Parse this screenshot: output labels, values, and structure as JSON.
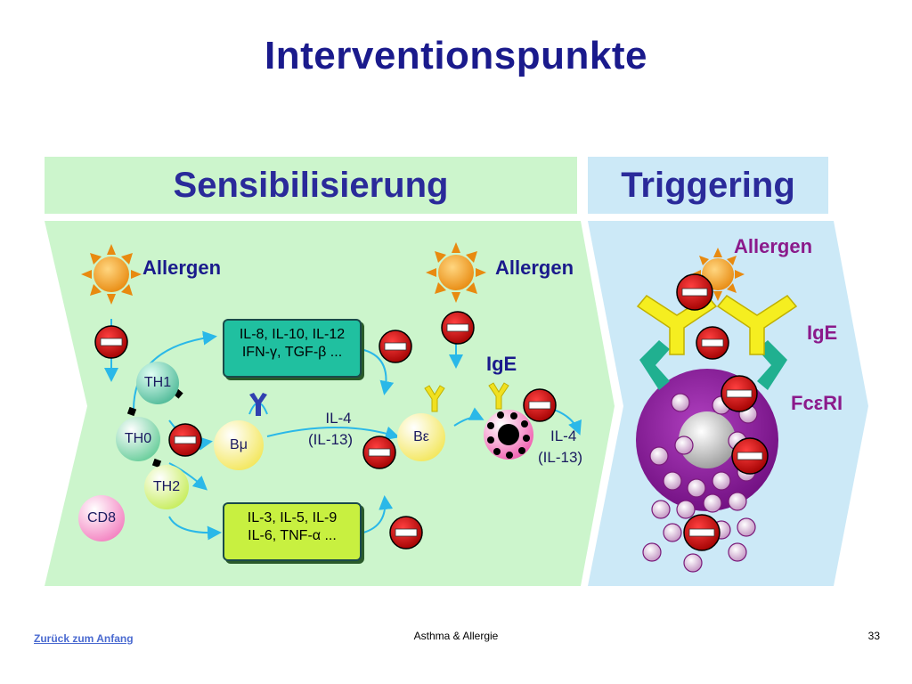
{
  "title": "Interventionspunkte",
  "headers": {
    "sensitization": "Sensibilisierung",
    "triggering": "Triggering"
  },
  "labels": {
    "allergen_left": "Allergen",
    "allergen_mid": "Allergen",
    "allergen_right": "Allergen",
    "ige_mid": "IgE",
    "ige_right": "IgE",
    "fceri": "FcεRI",
    "il4_mid_1": "IL-4",
    "il4_mid_2": "(IL-13)",
    "il4_right_1": "IL-4",
    "il4_right_2": "(IL-13)"
  },
  "cells": {
    "th1": "TH1",
    "th0": "TH0",
    "th2": "TH2",
    "cd8": "CD8",
    "bmu": "Bμ",
    "beps": "Bε"
  },
  "boxes": {
    "th1_cytokines_1": "IL-8, IL-10, IL-12",
    "th1_cytokines_2": "IFN-γ, TGF-β ...",
    "th2_cytokines_1": "IL-3, IL-5, IL-9",
    "th2_cytokines_2": "IL-6, TNF-α ..."
  },
  "footer": {
    "back_link": "Zurück zum Anfang",
    "center": "Asthma & Allergie",
    "page": "33"
  },
  "colors": {
    "title": "#1a1a8c",
    "sens_bg": "#ccf5cc",
    "trig_bg": "#cce9f7",
    "inhibit": "#cc0000",
    "mast_cell": "#8b1a9b",
    "ige": "#f0e020"
  }
}
